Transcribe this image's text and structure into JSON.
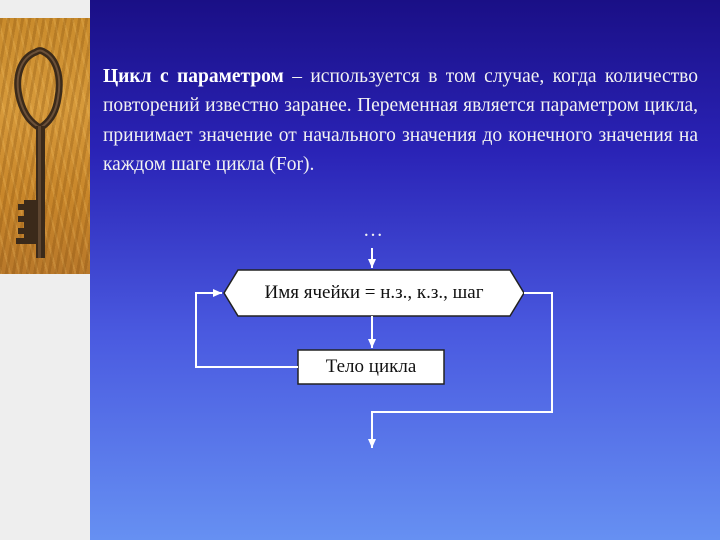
{
  "slide": {
    "definition_term": "Цикл с параметром",
    "definition_text": " – используется в том случае, когда количество повторений известно заранее. Переменная является параметром цикла, принимает значение от начального значения до конечного значения на каждом шаге цикла (For)."
  },
  "flowchart": {
    "entry_ellipsis": "…",
    "header_block": "Имя ячейки = н.з., к.з., шаг",
    "body_block": "Тело цикла"
  },
  "colors": {
    "background_top": "#1a0f86",
    "background_bottom": "#6690f2",
    "text": "#f2f2f2",
    "block_fill": "#ffffff",
    "line": "#ffffff"
  },
  "icons": {
    "decoration": "old-key-on-wood"
  }
}
